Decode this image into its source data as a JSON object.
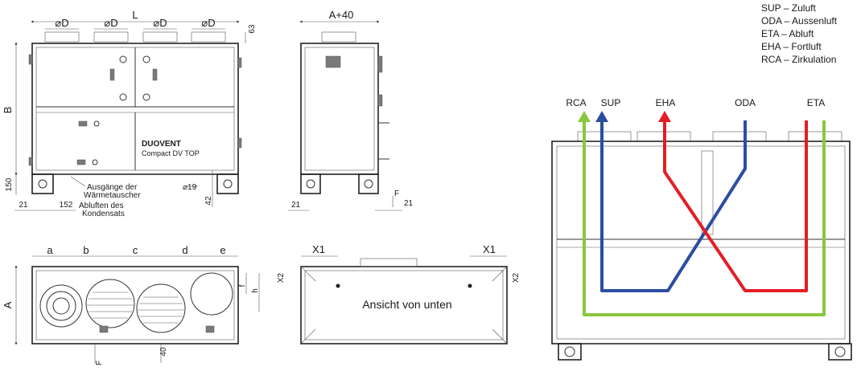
{
  "front_view": {
    "dim_length": "L",
    "dim_duct": "⌀D",
    "dim_height": "B",
    "dim_top": "63",
    "dim_foot": "150",
    "dim_left": "21",
    "dim_152": "152",
    "dim_drain": "⌀19",
    "dim_42": "42",
    "brand_name": "DUOVENT",
    "brand_model": "Compact DV TOP",
    "note_outlets": [
      "Ausgänge der",
      "Wärmetauscher"
    ],
    "note_drain": [
      "Abluften des",
      "Kondensats"
    ]
  },
  "side_view": {
    "dim_width": "A+40",
    "dim_f": "F",
    "dim_21a": "21",
    "dim_21b": "21"
  },
  "top_view": {
    "dims": [
      "a",
      "b",
      "c",
      "d",
      "e"
    ],
    "dim_a": "A",
    "dim_f": "f",
    "dim_h": "h",
    "dim_F": "F",
    "dim_40": "40"
  },
  "bottom_view": {
    "title": "Ansicht von unten",
    "dim_x1": "X1",
    "dim_x2": "X2"
  },
  "legend": [
    "SUP – Zuluft",
    "ODA – Aussenluft",
    "ETA – Abluft",
    "EHA – Fortluft",
    "RCA – Zirkulation"
  ],
  "flow_diagram": {
    "labels": [
      "RCA",
      "SUP",
      "EHA",
      "ODA",
      "ETA"
    ],
    "colors": {
      "RCA": "#8cc63f",
      "SUP": "#2b4ea2",
      "EHA": "#e31e24",
      "ODA": "#2b4ea2",
      "ETA": "#e31e24"
    }
  }
}
